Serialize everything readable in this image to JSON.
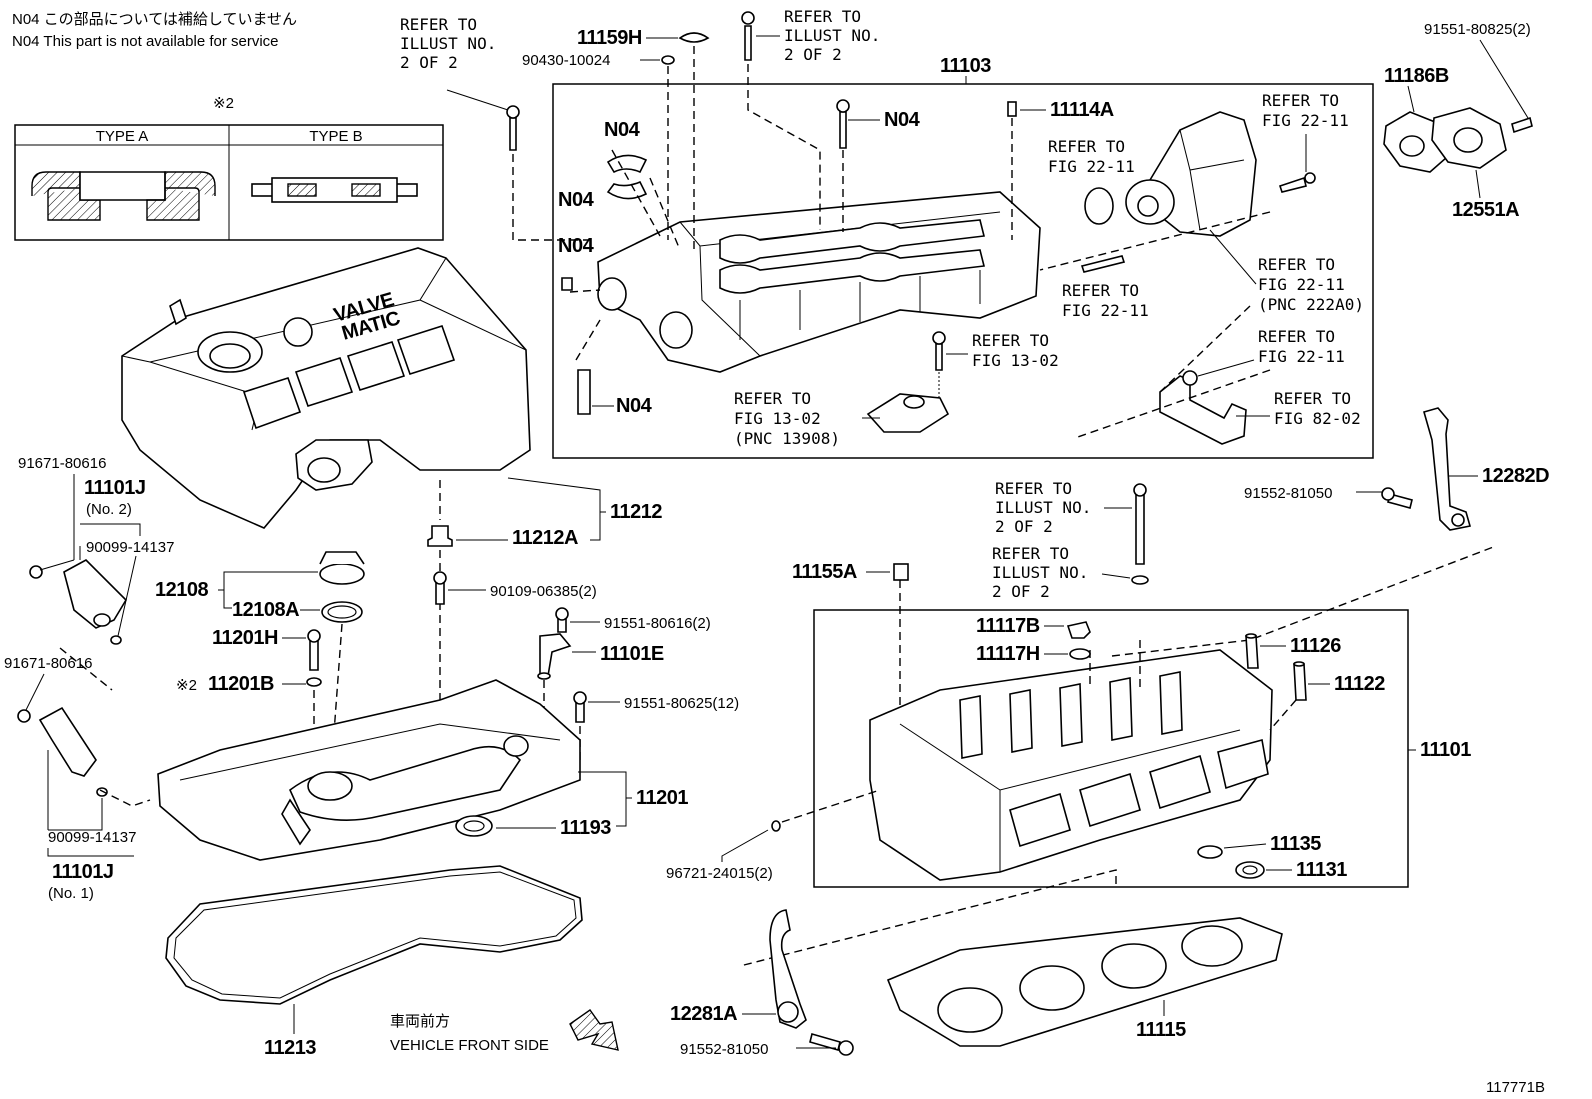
{
  "notes": {
    "n04_jp": "N04 この部品については補給していません",
    "n04_en": "N04 This part is not available for service",
    "mark": "※2",
    "type_a": "TYPE A",
    "type_b": "TYPE B",
    "direction_jp": "車両前方",
    "direction_en": "VEHICLE FRONT SIDE",
    "illustration_no": "117771B"
  },
  "cover_text": {
    "line1": "VALVE",
    "line2": "MATIC"
  },
  "part_numbers": {
    "p11103": "11103",
    "p11159H": "11159H",
    "p90430": "90430-10024",
    "p11114A": "11114A",
    "p11186B": "11186B",
    "p12551A": "12551A",
    "p91551_80825": "91551-80825(2)",
    "n04": "N04",
    "p11212": "11212",
    "p11212A": "11212A",
    "p91671a": "91671-80616",
    "p11101J": "11101J",
    "no2": "(No. 2)",
    "no1": "(No. 1)",
    "p90099": "90099-14137",
    "p12108": "12108",
    "p12108A": "12108A",
    "p11201H": "11201H",
    "p11201B": "11201B",
    "p90109": "90109-06385(2)",
    "p91551_80616": "91551-80616(2)",
    "p11101E": "11101E",
    "p91551_80625": "91551-80625(12)",
    "p11201": "11201",
    "p11193": "11193",
    "p11213": "11213",
    "p91552": "91552-81050",
    "p12282D": "12282D",
    "p11155A": "11155A",
    "p11117B": "11117B",
    "p11117H": "11117H",
    "p11126": "11126",
    "p11122": "11122",
    "p11101": "11101",
    "p96721": "96721-24015(2)",
    "p11135": "11135",
    "p11131": "11131",
    "p12281A": "12281A",
    "p11115": "11115"
  },
  "refs": {
    "refer_to": "REFER TO",
    "illust_no": "ILLUST NO.",
    "two_of_two": "2 OF 2",
    "fig_22_11": "FIG 22-11",
    "fig_13_02": "FIG 13-02",
    "fig_82_02": "FIG 82-02",
    "pnc_222a0": "(PNC 222A0)",
    "pnc_13908": "(PNC 13908)"
  }
}
